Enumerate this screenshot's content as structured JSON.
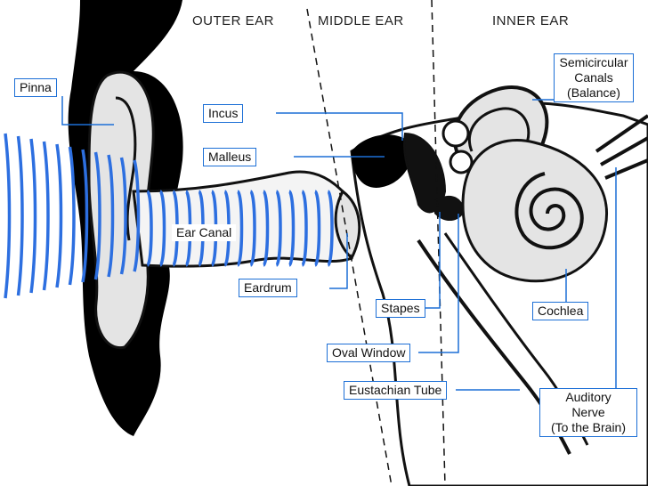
{
  "sections": {
    "outer": "OUTER EAR",
    "middle": "MIDDLE EAR",
    "inner": "INNER EAR"
  },
  "labels": {
    "pinna": "Pinna",
    "incus": "Incus",
    "malleus": "Malleus",
    "ear_canal": "Ear Canal",
    "eardrum": "Eardrum",
    "stapes": "Stapes",
    "oval_window": "Oval Window",
    "eustachian_tube": "Eustachian Tube",
    "semicircular": [
      "Semicircular",
      "Canals",
      "(Balance)"
    ],
    "cochlea": "Cochlea",
    "auditory": [
      "Auditory",
      "Nerve",
      "(To the Brain)"
    ]
  },
  "colors": {
    "accent": "#1c6fd6",
    "sound_waves": "#2d6fe0",
    "ear_fill": "#e4e4e4",
    "outline": "#111111"
  }
}
